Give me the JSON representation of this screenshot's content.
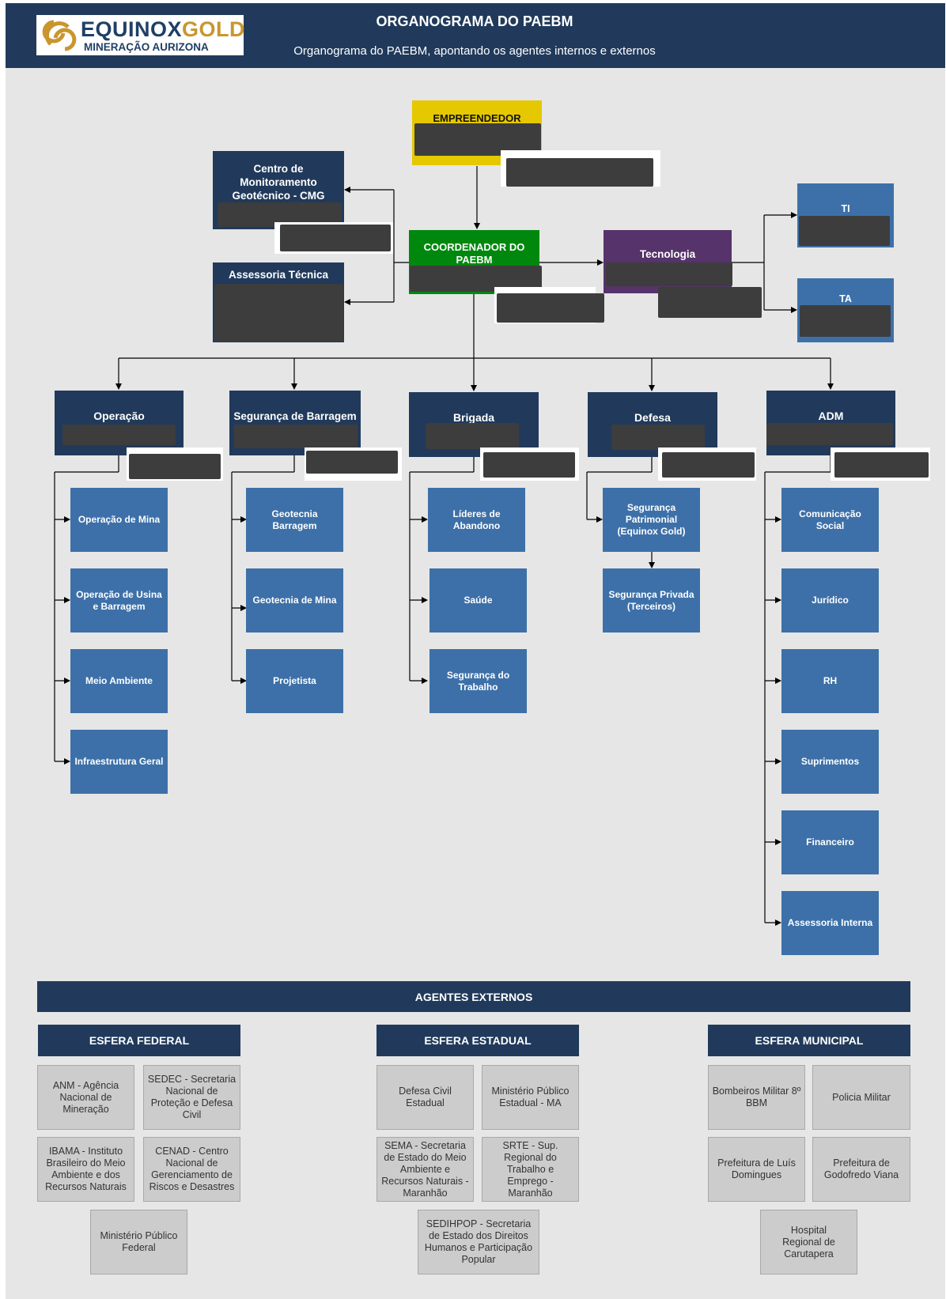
{
  "header": {
    "logo_brand_1": "EQUINOX",
    "logo_brand_2": "GOLD",
    "logo_sub": "MINERAÇÃO AURIZONA",
    "title": "ORGANOGRAMA DO PAEBM",
    "subtitle": "Organograma do PAEBM, apontando os agentes internos e externos"
  },
  "top": {
    "empreendedor": "EMPREENDEDOR",
    "cmg": "Centro de Monitoramento Geotécnico - CMG",
    "assessoria": "Assessoria Técnica",
    "coordenador": "COORDENADOR DO PAEBM",
    "tecnologia": "Tecnologia",
    "ti": "TI",
    "ta": "TA"
  },
  "groups": [
    {
      "title": "Operação",
      "items": [
        "Operação de Mina",
        "Operação de Usina e Barragem",
        "Meio Ambiente",
        "Infraestrutura Geral"
      ]
    },
    {
      "title": "Segurança de Barragem",
      "items": [
        "Geotecnia Barragem",
        "Geotecnia de Mina",
        "Projetista"
      ]
    },
    {
      "title": "Brigada",
      "items": [
        "Líderes de Abandono",
        "Saúde",
        "Segurança do Trabalho"
      ]
    },
    {
      "title": "Defesa",
      "items": [
        "Segurança Patrimonial (Equinox Gold)",
        "Segurança Privada (Terceiros)"
      ]
    },
    {
      "title": "ADM",
      "items": [
        "Comunicação Social",
        "Jurídico",
        "RH",
        "Suprimentos",
        "Financeiro",
        "Assessoria Interna"
      ]
    }
  ],
  "external": {
    "title": "AGENTES EXTERNOS",
    "federal": {
      "title": "ESFERA FEDERAL",
      "items": [
        "ANM - Agência Nacional de Mineração",
        "SEDEC - Secretaria Nacional de Proteção e Defesa Civil",
        "IBAMA - Instituto Brasileiro do Meio Ambiente e dos Recursos Naturais",
        "CENAD - Centro Nacional de Gerenciamento de Riscos e Desastres",
        "Ministério Público Federal"
      ]
    },
    "estadual": {
      "title": "ESFERA ESTADUAL",
      "items": [
        "Defesa Civil Estadual",
        "Ministério Público Estadual - MA",
        "SEMA - Secretaria de Estado do Meio Ambiente e Recursos Naturais - Maranhão",
        "SRTE - Sup. Regional do Trabalho e Emprego - Maranhão",
        "SEDIHPOP - Secretaria de Estado dos Direitos Humanos e Participação Popular"
      ]
    },
    "municipal": {
      "title": "ESFERA MUNICIPAL",
      "items": [
        "Bombeiros Militar 8º BBM",
        "Policia Militar",
        "Prefeitura de Luís Domingues",
        "Prefeitura de Godofredo Viana",
        "Hospital Regional de Carutapera"
      ]
    }
  },
  "colors": {
    "navy": "#213a5b",
    "blue": "#3d70a8",
    "yellow": "#e5c800",
    "green": "#00880e",
    "purple": "#56336a",
    "gray": "#cccccc",
    "redacted": "#3d3d3d"
  }
}
